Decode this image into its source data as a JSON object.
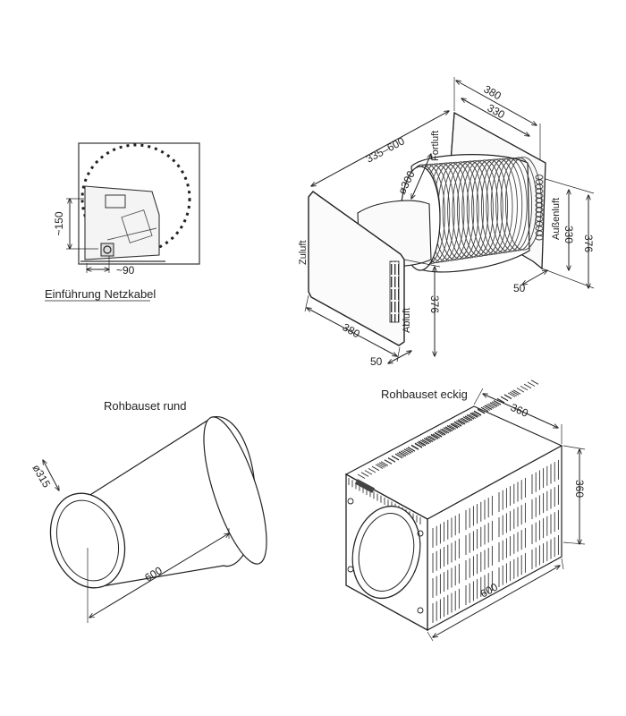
{
  "detail": {
    "caption": "Einführung Netzkabel",
    "dim_height": "~150",
    "dim_width": "~90"
  },
  "unit": {
    "fortluft": "Fortluft",
    "aussenluft": "Außenluft",
    "zuluft": "Zuluft",
    "abluft": "Abluft",
    "dim_length": "335–600",
    "dim_diameter": "ø300",
    "dim_back_width_outer": "380",
    "dim_back_width_inner": "330",
    "dim_back_height_inner": "330",
    "dim_back_height_outer": "376",
    "dim_back_depth": "50",
    "dim_front_width": "380",
    "dim_front_height": "376",
    "dim_front_depth": "50"
  },
  "rohbau_rund": {
    "title": "Rohbauset rund",
    "dim_diameter": "ø315",
    "dim_length": "600"
  },
  "rohbau_eckig": {
    "title": "Rohbauset eckig",
    "dim_width": "360",
    "dim_height": "360",
    "dim_length": "600"
  }
}
